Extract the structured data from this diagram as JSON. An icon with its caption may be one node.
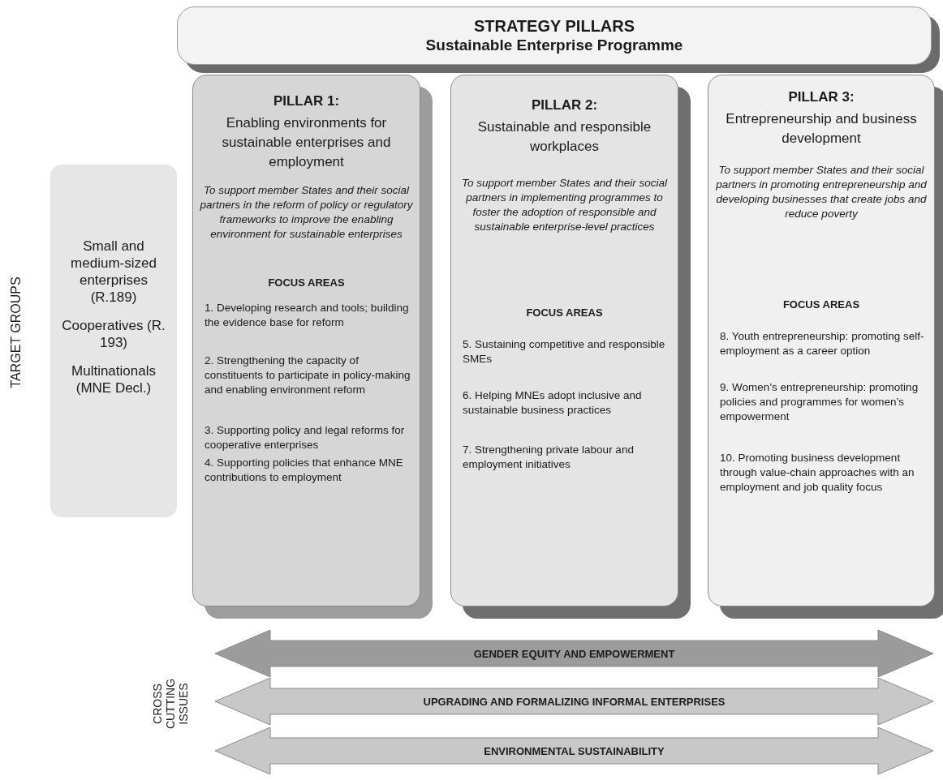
{
  "diagram": {
    "nodes": [
      {
        "text": [
          "STRATEGY PILLARS",
          "Sustainable Enterprise Programme"
        ]
      },
      {
        "text": [
          "Small and medium-sized enterprises (R.189)",
          "Cooperatives (R. 193)",
          "Multinationals (MNE Decl.)"
        ]
      },
      {
        "text": [
          "PILLAR 1:",
          "Enabling environments for sustainable enterprises and employment",
          "To support member States and their social partners in the reform of policy or regulatory frameworks to improve the enabling environment for sustainable enterprises",
          "FOCUS AREAS",
          "1. Developing research and tools; building the evidence base for reform",
          "2. Strengthening the capacity of constituents to participate in policy-making and enabling environment reform",
          "3. Supporting policy and legal reforms for cooperative enterprises",
          "4. Supporting policies that enhance MNE contributions to employment"
        ]
      },
      {
        "text": [
          "PILLAR 2:",
          "Sustainable and responsible workplaces",
          "To support member States and their social partners in implementing programmes to foster the adoption of responsible and sustainable enterprise-level practices",
          "FOCUS AREAS",
          "5. Sustaining competitive and responsible SMEs",
          "6. Helping MNEs adopt inclusive and sustainable business practices",
          "7. Strengthening private labour and employment initiatives"
        ]
      },
      {
        "text": [
          "PILLAR 3:",
          "Entrepreneurship and business development",
          "To support member States and their social partners in promoting entrepreneurship and developing businesses that create jobs and reduce poverty",
          "FOCUS AREAS",
          "8. Youth entrepreneurship: promoting self-employment as a career option",
          "9. Women’s entrepreneurship: promoting policies and programmes for women’s empowerment",
          "10. Promoting business development through value-chain approaches with an employment and job quality focus"
        ]
      },
      {
        "text": [
          "GENDER EQUITY AND EMPOWERMENT"
        ]
      },
      {
        "text": [
          "UPGRADING AND FORMALIZING INFORMAL ENTERPRISES"
        ]
      },
      {
        "text": [
          "ENVIRONMENTAL SUSTAINABILITY"
        ]
      }
    ],
    "labels": [
      "TARGET GROUPS",
      "CROSS CUTTING ISSUES"
    ]
  }
}
